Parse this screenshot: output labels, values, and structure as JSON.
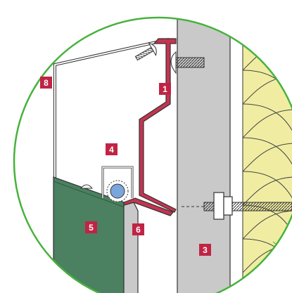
{
  "colors": {
    "background": "#ffffff",
    "circle_outline": "#47b23c",
    "wall": "#c9c9c9",
    "insulation": "#f0eda2",
    "panel": "#4b8060",
    "bracket_fill": "#c43450",
    "label_box": "#c02444",
    "label_text": "#ffffff",
    "water_drop": "#7aa6dc"
  },
  "labels": {
    "l1": "1",
    "l3": "3",
    "l4": "4",
    "l5": "5",
    "l6": "6",
    "l8": "8"
  }
}
